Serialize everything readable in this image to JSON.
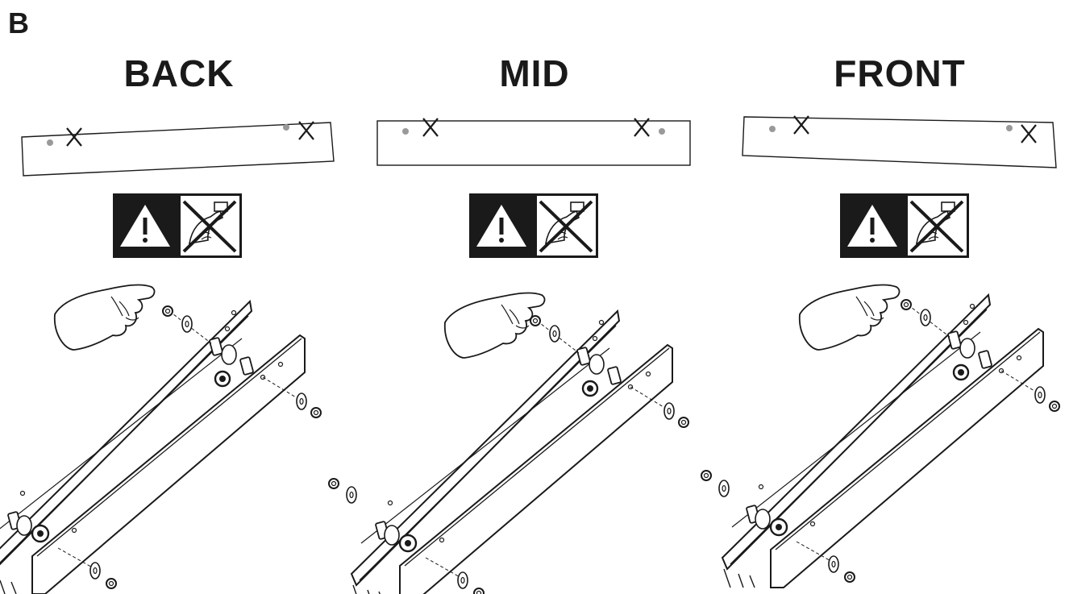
{
  "step_label": "B",
  "panels": [
    {
      "title": "BACK"
    },
    {
      "title": "MID"
    },
    {
      "title": "FRONT"
    }
  ],
  "colors": {
    "ink": "#1a1a1a",
    "hole": "#999999",
    "paper": "#ffffff"
  },
  "icons": [
    "warning-icon",
    "no-power-tool-icon",
    "hand-icon",
    "nut-icon",
    "washer-icon",
    "bolt-icon"
  ]
}
